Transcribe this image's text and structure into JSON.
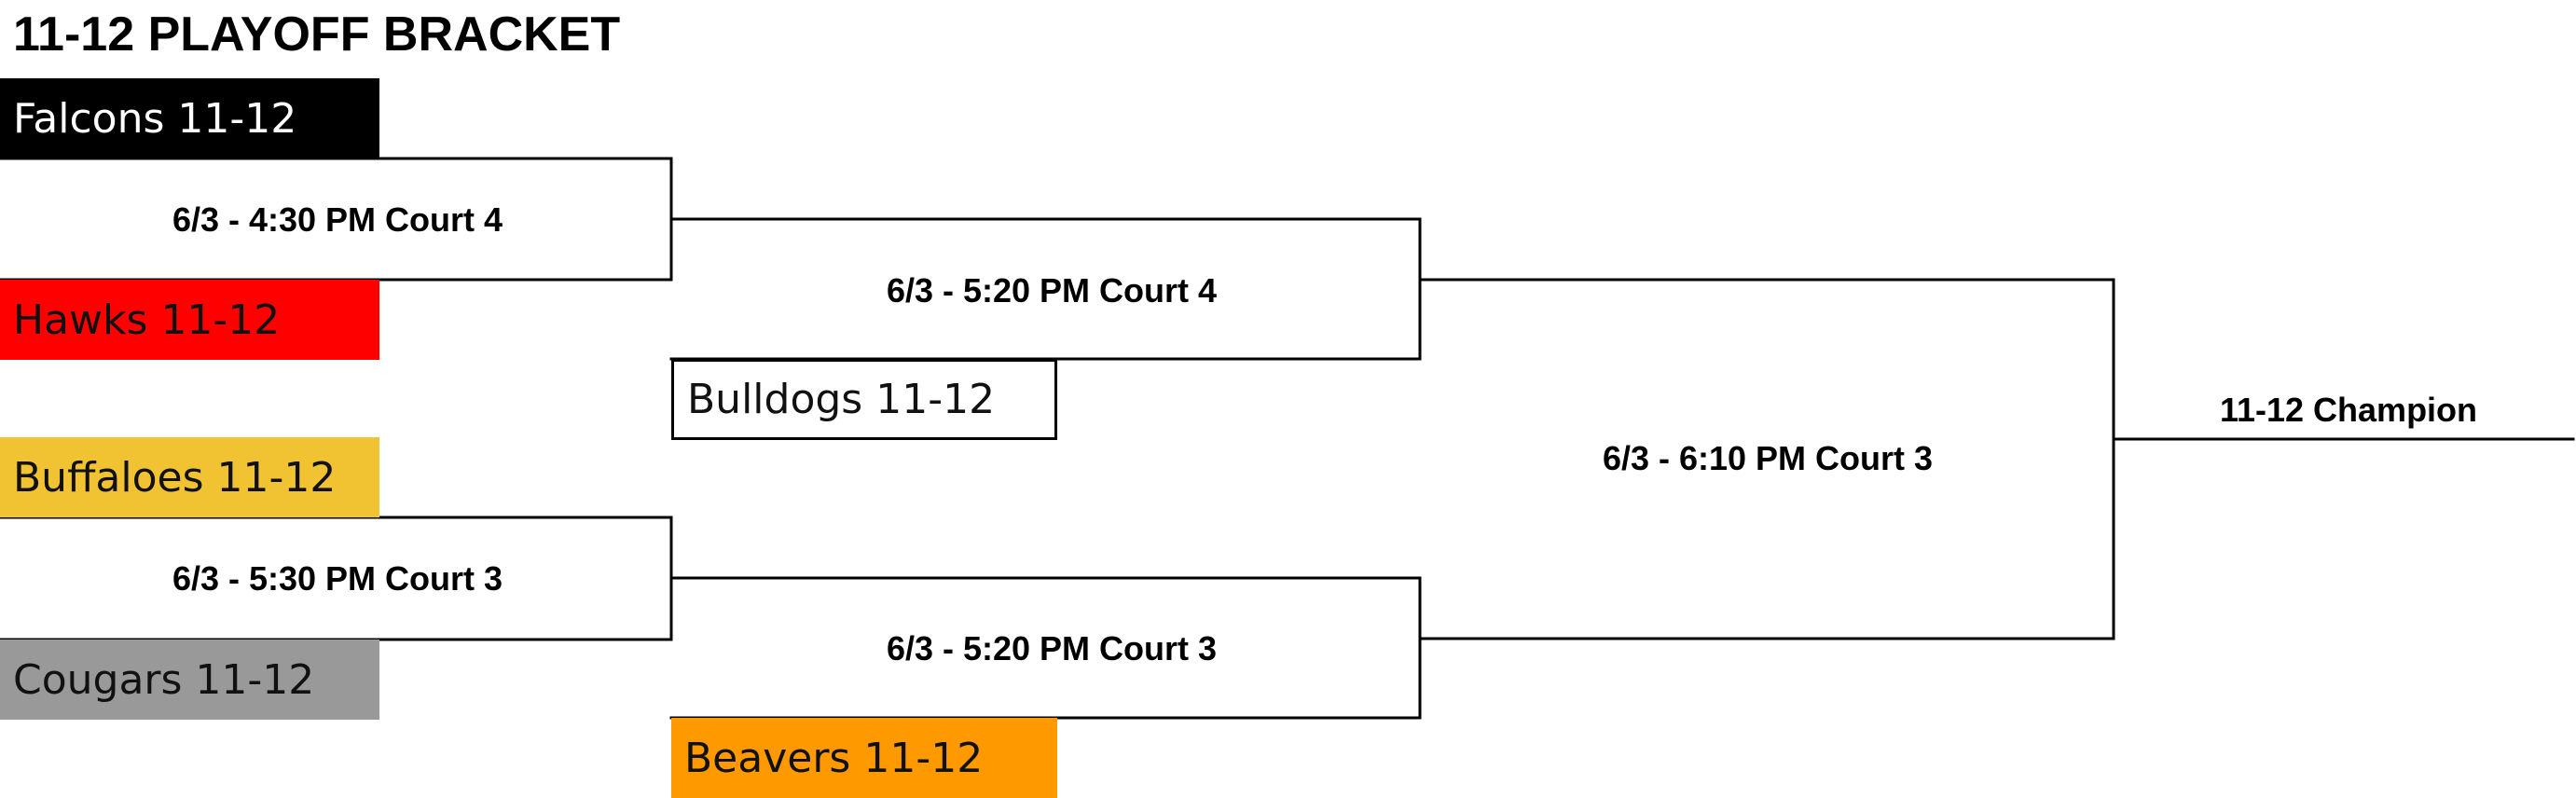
{
  "title": "11-12 PLAYOFF BRACKET",
  "line_color": "#000000",
  "teams": [
    {
      "id": "falcons",
      "label": "Falcons 11-12",
      "fill": "#000000",
      "text_color": "#ffffff"
    },
    {
      "id": "hawks",
      "label": "Hawks 11-12",
      "fill": "#ff0000",
      "text_color": "#111111"
    },
    {
      "id": "buffaloes",
      "label": "Buffaloes 11-12",
      "fill": "#f1c232",
      "text_color": "#111111"
    },
    {
      "id": "cougars",
      "label": "Cougars 11-12",
      "fill": "#999999",
      "text_color": "#111111"
    },
    {
      "id": "bulldogs",
      "label": "Bulldogs 11-12",
      "fill": "#ffffff",
      "text_color": "#111111"
    },
    {
      "id": "beavers",
      "label": "Beavers 11-12",
      "fill": "#ff9900",
      "text_color": "#111111"
    }
  ],
  "games": [
    {
      "id": "game-1",
      "label": "6/3 - 4:30 PM Court 4"
    },
    {
      "id": "game-2",
      "label": "6/3 - 5:30 PM Court 3"
    },
    {
      "id": "game-3",
      "label": "6/3 - 5:20 PM Court 4"
    },
    {
      "id": "game-4",
      "label": "6/3 - 5:20 PM Court 3"
    },
    {
      "id": "game-5",
      "label": "6/3 - 6:10 PM Court 3"
    }
  ],
  "champion_label": "11-12 Champion"
}
